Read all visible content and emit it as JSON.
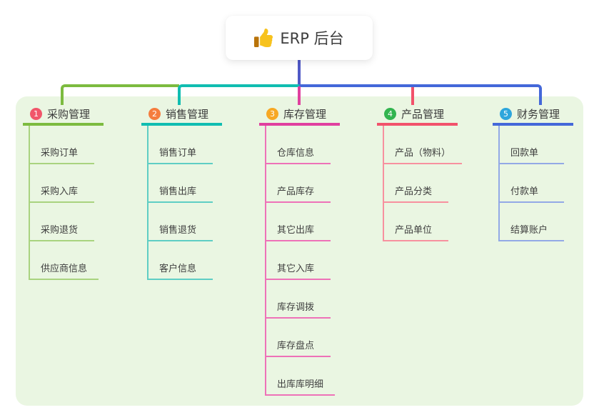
{
  "root": {
    "icon": "thumbs-up-icon",
    "label": "ERP 后台"
  },
  "branches": [
    {
      "index": "1",
      "label": "采购管理",
      "line_color": "#7cbb3f",
      "child_line_color": "#a9d37f",
      "badge_color": "#f1566a",
      "children": [
        "采购订单",
        "采购入库",
        "采购退货",
        "供应商信息"
      ]
    },
    {
      "index": "2",
      "label": "销售管理",
      "line_color": "#10bdb1",
      "child_line_color": "#5fcec4",
      "badge_color": "#f57d3e",
      "children": [
        "销售订单",
        "销售出库",
        "销售退货",
        "客户信息"
      ]
    },
    {
      "index": "3",
      "label": "库存管理",
      "line_color": "#e0409f",
      "child_line_color": "#ee72b8",
      "badge_color": "#f7a824",
      "children": [
        "仓库信息",
        "产品库存",
        "其它出库",
        "其它入库",
        "库存调拨",
        "库存盘点",
        "出库库明细"
      ]
    },
    {
      "index": "4",
      "label": "产品管理",
      "line_color": "#f2526b",
      "child_line_color": "#f7919f",
      "badge_color": "#32b44f",
      "children": [
        "产品（物料）",
        "产品分类",
        "产品单位"
      ]
    },
    {
      "index": "5",
      "label": "财务管理",
      "line_color": "#4468d9",
      "child_line_color": "#93a9e6",
      "badge_color": "#2ea6dc",
      "children": [
        "回款单",
        "付款单",
        "结算账户"
      ]
    }
  ],
  "colors": {
    "canvas_bg": "#ffffff",
    "panel_bg": "#eaf6e2",
    "root_connector": "#5059c6",
    "thumb_yellow": "#f7c21d",
    "thumb_cuff": "#b97309"
  }
}
